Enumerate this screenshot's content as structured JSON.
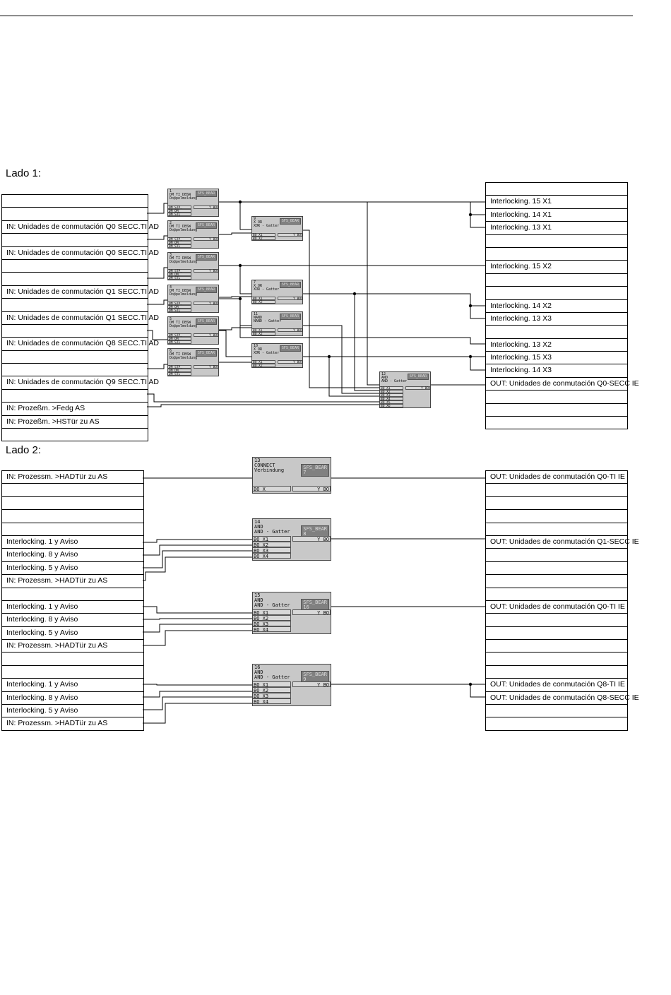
{
  "section1": {
    "title": "Lado 1:",
    "left_rows": [
      "",
      "",
      "IN: Unidades de conmutación Q0 SECC.TI    AD",
      "",
      "IN: Unidades de conmutación Q0 SECC.TI    AD",
      "",
      "",
      "IN: Unidades de conmutación Q1 SECC.TI    AD",
      "",
      "IN: Unidades de conmutación Q1 SECC.TI    AD",
      "",
      "IN: Unidades de conmutación Q8 SECC.TI    AD",
      "",
      "",
      "IN: Unidades de conmutación Q9 SECC.TI    AD",
      "",
      "IN: Prozeßm. >Fedg AS",
      "IN: Prozeßm. >HSTür zu AS",
      ""
    ],
    "right_rows": [
      "",
      "Interlocking. 15 X1",
      "Interlocking. 14 X1",
      "Interlocking. 13 X1",
      "",
      "",
      "Interlocking. 15 X2",
      "",
      "",
      "Interlocking. 14 X2",
      "Interlocking. 13 X3",
      "",
      "Interlocking. 13 X2",
      "Interlocking. 15 X3",
      "Interlocking. 14 X3",
      "OUT: Unidades de conmutación Q0-SECC IE",
      "",
      "",
      ""
    ],
    "blocks": [
      {
        "id": "1",
        "l1": "1",
        "l2": "DM_TI_DBSW",
        "l3": "Doppelmeldung",
        "tag": "SFS_BEAR",
        "p": [
          "DM STP_",
          "DM OM_",
          "DM STL"
        ],
        "out": "Y BO"
      },
      {
        "id": "2",
        "l1": "2",
        "l2": "DM_TI_DBSW",
        "l3": "Doppelmeldung",
        "tag": "SFS_BEAR",
        "p": [
          "DM STP_",
          "DM OM_",
          "DM STL"
        ],
        "out": "Y BO"
      },
      {
        "id": "3",
        "l1": "3",
        "l2": "DM_TI_DBSW",
        "l3": "Doppelmeldung",
        "tag": "SFS_BEAR",
        "p": [
          "DM STP_",
          "DM OM_",
          "DM STL"
        ],
        "out": "Y BO"
      },
      {
        "id": "4",
        "l1": "4",
        "l2": "DM_TI_DBSW",
        "l3": "Doppelmeldung",
        "tag": "SFS_BEAR",
        "p": [
          "DM STP_",
          "DM OM_",
          "DM STL"
        ],
        "out": "Y BO"
      },
      {
        "id": "5",
        "l1": "5",
        "l2": "DM_TI_DBSW",
        "l3": "Doppelmeldung",
        "tag": "SFS_BEAR",
        "p": [
          "DM STP_",
          "DM OM_",
          "DM STL"
        ],
        "out": "Y BO"
      },
      {
        "id": "6",
        "l1": "6",
        "l2": "DM_TI_DBSW",
        "l3": "Doppelmeldung",
        "tag": "SFS_BEAR",
        "p": [
          "DM STP_",
          "DM OM_",
          "DM STL"
        ],
        "out": "Y BO"
      },
      {
        "id": "9",
        "l1": "9",
        "l2": "X_OR",
        "l3": "XOR - Gatter",
        "tag": "SFS_BEAR",
        "p": [
          "BO X1",
          "BO X2"
        ],
        "out": "Y BO"
      },
      {
        "id": "7",
        "l1": "7",
        "l2": "X_OR",
        "l3": "XOR - Gatter",
        "tag": "SFS_BEAR",
        "p": [
          "BO X1",
          "BO X2"
        ],
        "out": "Y BO"
      },
      {
        "id": "11",
        "l1": "11",
        "l2": "NAND",
        "l3": "NAND - Gatter",
        "tag": "SFS_BEAR",
        "p": [
          "BO X1",
          "BO X2"
        ],
        "out": "Y BO"
      },
      {
        "id": "10",
        "l1": "10",
        "l2": "X_OR",
        "l3": "XOR - Gatter",
        "tag": "SFS_BEAR",
        "p": [
          "BO X1",
          "BO X2"
        ],
        "out": "Y BO"
      },
      {
        "id": "12",
        "l1": "12",
        "l2": "AND",
        "l3": "AND - Gatter",
        "tag": "SFS_BEAR",
        "p": [
          "BO X1",
          "BO X2",
          "BO X3",
          "BO X4",
          "BO X5",
          "BO X6"
        ],
        "out": "Y BO"
      }
    ]
  },
  "section2": {
    "title": "Lado 2:",
    "left_rows": [
      "IN: Prozessm. >HADTür zu AS",
      "",
      "",
      "",
      "",
      "Interlocking. 1 y Aviso",
      "Interlocking. 8 y Aviso",
      "Interlocking. 5 y Aviso",
      "IN: Prozessm. >HADTür zu AS",
      "",
      "Interlocking. 1 y Aviso",
      "Interlocking. 8 y Aviso",
      "Interlocking. 5 y Aviso",
      "IN: Prozessm. >HADTür zu AS",
      "",
      "",
      "Interlocking. 1 y Aviso",
      "Interlocking. 8 y Aviso",
      "Interlocking. 5 y Aviso",
      "IN: Prozessm. >HADTür zu AS"
    ],
    "right_rows": [
      "OUT: Unidades de conmutación Q0-TI IE",
      "",
      "",
      "",
      "",
      "OUT: Unidades de conmutación Q1-SECC IE",
      "",
      "",
      "",
      "",
      "OUT: Unidades de conmutación Q0-TI IE",
      "",
      "",
      "",
      "",
      "",
      "OUT: Unidades de conmutación Q8-TI IE",
      "OUT: Unidades de conmutación Q8-SECC IE",
      "",
      ""
    ],
    "blocks": [
      {
        "id": "13",
        "l1": "13",
        "l2": "CONNECT",
        "l3": "Verbindung",
        "tag": "SFS_BEAR\n7",
        "p": [
          "BO X"
        ],
        "out": "Y BO"
      },
      {
        "id": "14",
        "l1": "14",
        "l2": "AND",
        "l3": "AND - Gatter",
        "tag": "SFS_BEAR\n8",
        "p": [
          "BO X1",
          "BO X2",
          "BO X3",
          "BO X4"
        ],
        "out": "Y BO"
      },
      {
        "id": "15",
        "l1": "15",
        "l2": "AND",
        "l3": "AND - Gatter",
        "tag": "SFS_BEAR\n16",
        "p": [
          "BO X1",
          "BO X2",
          "BO X3",
          "BO X4"
        ],
        "out": "Y BO"
      },
      {
        "id": "16",
        "l1": "16",
        "l2": "AND",
        "l3": "AND - Gatter",
        "tag": "SFS_BEAR\n9",
        "p": [
          "BO X1",
          "BO X2",
          "BO X3",
          "BO X4"
        ],
        "out": "Y BO"
      }
    ]
  }
}
